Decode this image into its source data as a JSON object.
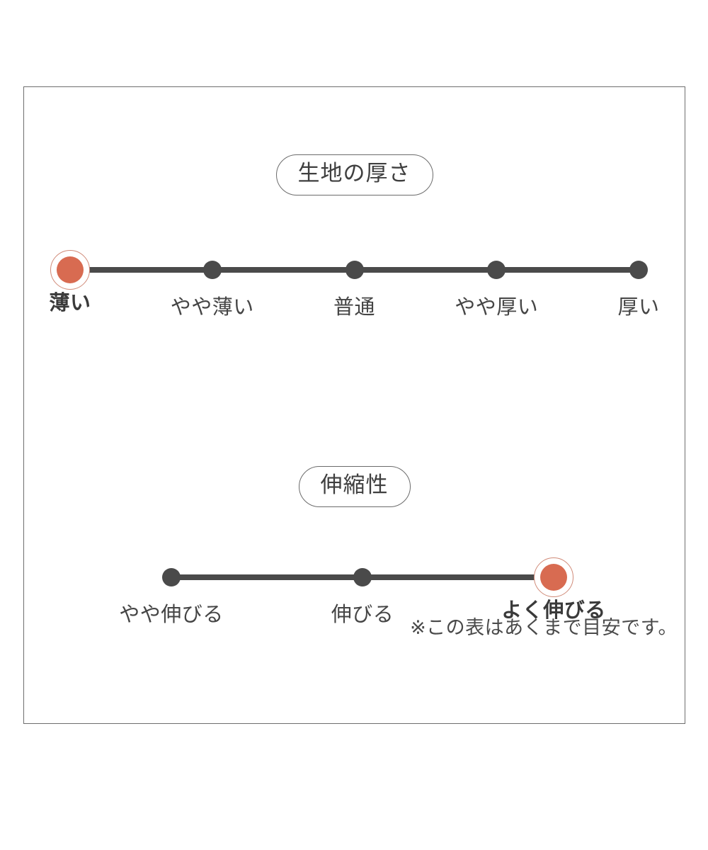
{
  "chart_data": [
    {
      "type": "scale",
      "title": "生地の厚さ",
      "categories": [
        "薄い",
        "やや薄い",
        "普通",
        "やや厚い",
        "厚い"
      ],
      "values": [
        1,
        0,
        0,
        0,
        0
      ],
      "selected_index": 0,
      "selected_label": "薄い",
      "xlabel": "",
      "ylabel": "",
      "grid": false,
      "legend": "none",
      "colors": {
        "active": "#d86b51",
        "inactive": "#4a4a4a",
        "ring": "#d08a78"
      }
    },
    {
      "type": "scale",
      "title": "伸縮性",
      "categories": [
        "やや伸びる",
        "伸びる",
        "よく伸びる"
      ],
      "values": [
        0,
        0,
        1
      ],
      "selected_index": 2,
      "selected_label": "よく伸びる",
      "xlabel": "",
      "ylabel": "",
      "grid": false,
      "legend": "none",
      "colors": {
        "active": "#d86b51",
        "inactive": "#4a4a4a",
        "ring": "#d08a78"
      }
    }
  ],
  "thickness": {
    "title": "生地の厚さ",
    "stops": [
      {
        "label": "薄い",
        "active": true
      },
      {
        "label": "やや薄い",
        "active": false
      },
      {
        "label": "普通",
        "active": false
      },
      {
        "label": "やや厚い",
        "active": false
      },
      {
        "label": "厚い",
        "active": false
      }
    ]
  },
  "stretch": {
    "title": "伸縮性",
    "stops": [
      {
        "label": "やや伸びる",
        "active": false
      },
      {
        "label": "伸びる",
        "active": false
      },
      {
        "label": "よく伸びる",
        "active": true
      }
    ]
  },
  "footnote": "※この表はあくまで目安です。",
  "theme": {
    "active_color": "#d86b51",
    "inactive_color": "#4a4a4a",
    "ring_color": "#d08a78",
    "frame_color": "#6e6e6e",
    "text_color": "#454545",
    "background": "#ffffff"
  }
}
